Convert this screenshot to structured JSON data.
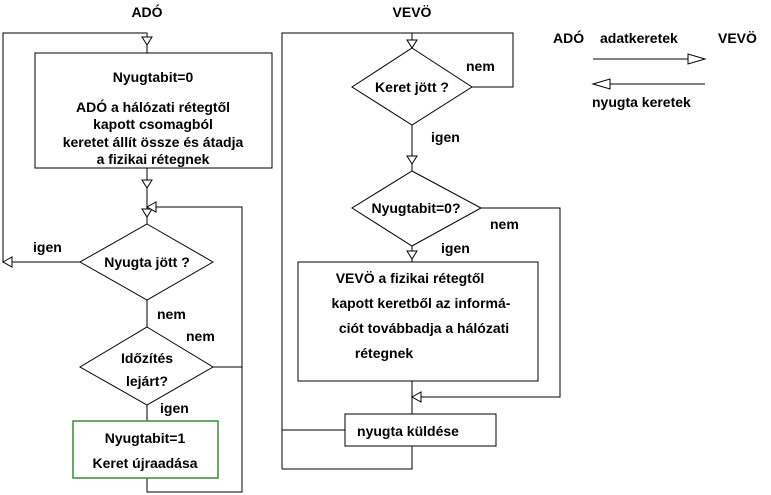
{
  "headers": {
    "sender": "ADÓ",
    "receiver": "VEVÖ"
  },
  "legend": {
    "sender": "ADÓ",
    "data_frames": "adatkeretek",
    "receiver": "VEVÖ",
    "ack_frames": "nyugta keretek"
  },
  "sender": {
    "init_box": [
      "Nyugtabit=0",
      "ADÓ a hálózati rétegtől",
      "kapott csomagból",
      "keretet állít össze és átadja",
      "a fizikai rétegnek"
    ],
    "ack_decision": "Nyugta jött ?",
    "ack_yes": "igen",
    "ack_no": "nem",
    "timeout_decision": [
      "Időzítés",
      "lejárt?"
    ],
    "timeout_no": "nem",
    "timeout_yes": "igen",
    "resend_box": [
      "Nyugtabit=1",
      "Keret újraadása"
    ]
  },
  "receiver": {
    "frame_decision": "Keret jött ?",
    "frame_no": "nem",
    "frame_yes": "igen",
    "bit_decision": "Nyugtabit=0?",
    "bit_no": "nem",
    "bit_yes": "igen",
    "deliver_box": [
      "VEVÖ a fizikai rétegtől",
      "kapott keretből az informá-",
      "ciót továbbadja a hálózati",
      "rétegnek"
    ],
    "ack_box": "nyugta küldése"
  },
  "colors": {
    "resend_box_border": "#3c8c3c",
    "line": "#000000"
  }
}
